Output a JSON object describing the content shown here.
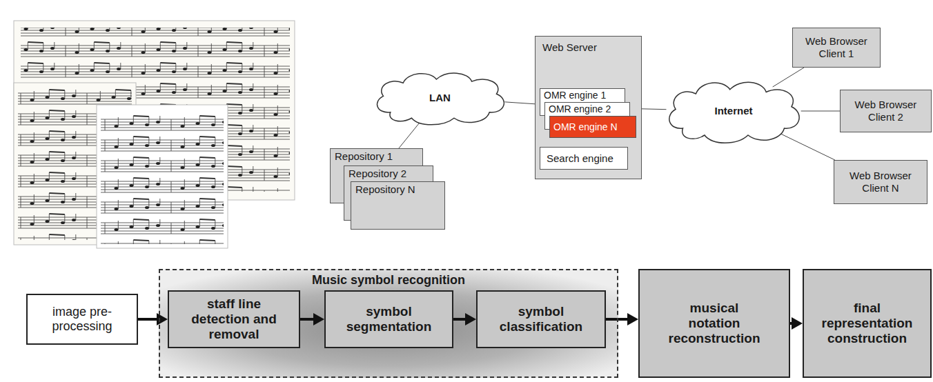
{
  "diagram": {
    "nodes": [
      {
        "text": [
          "Repository 1"
        ]
      },
      {
        "text": [
          "Repository 2"
        ]
      },
      {
        "text": [
          "Repository N"
        ]
      },
      {
        "text": [
          "LAN"
        ]
      },
      {
        "text": [
          "Web Server"
        ]
      },
      {
        "text": [
          "OMR engine 1"
        ],
        "in": 4
      },
      {
        "text": [
          "OMR engine 2"
        ],
        "in": 4
      },
      {
        "text": [
          "OMR engine N"
        ],
        "in": 4
      },
      {
        "text": [
          "Search engine"
        ],
        "in": 4
      },
      {
        "text": [
          "Internet"
        ]
      },
      {
        "text": [
          "Web Browser Client 1"
        ]
      },
      {
        "text": [
          "Web Browser Client 2"
        ]
      },
      {
        "text": [
          "Web Browser Client N"
        ]
      },
      {
        "text": [
          "image pre-processing"
        ]
      },
      {
        "text": [
          "Music symbol recognition"
        ]
      },
      {
        "text": [
          "staff line detection and removal"
        ],
        "in": 14
      },
      {
        "text": [
          "symbol segmentation"
        ],
        "in": 14
      },
      {
        "text": [
          "symbol classification"
        ],
        "in": 14
      },
      {
        "text": [
          "musical notation reconstruction"
        ]
      },
      {
        "text": [
          "final representation construction"
        ]
      }
    ],
    "edges": [
      {
        "from": 3,
        "to": 0,
        "arrow": "none"
      },
      {
        "from": 3,
        "to": 4,
        "arrow": "none"
      },
      {
        "from": 4,
        "to": 9,
        "arrow": "none"
      },
      {
        "from": 9,
        "to": 10,
        "arrow": "none"
      },
      {
        "from": 9,
        "to": 11,
        "arrow": "none"
      },
      {
        "from": 9,
        "to": 12,
        "arrow": "none"
      },
      {
        "from": 13,
        "to": 15,
        "arrow": "to"
      },
      {
        "from": 15,
        "to": 16,
        "arrow": "to"
      },
      {
        "from": 16,
        "to": 17,
        "arrow": "to"
      },
      {
        "from": 17,
        "to": 18,
        "arrow": "to"
      },
      {
        "from": 18,
        "to": 19,
        "arrow": "to"
      }
    ]
  }
}
